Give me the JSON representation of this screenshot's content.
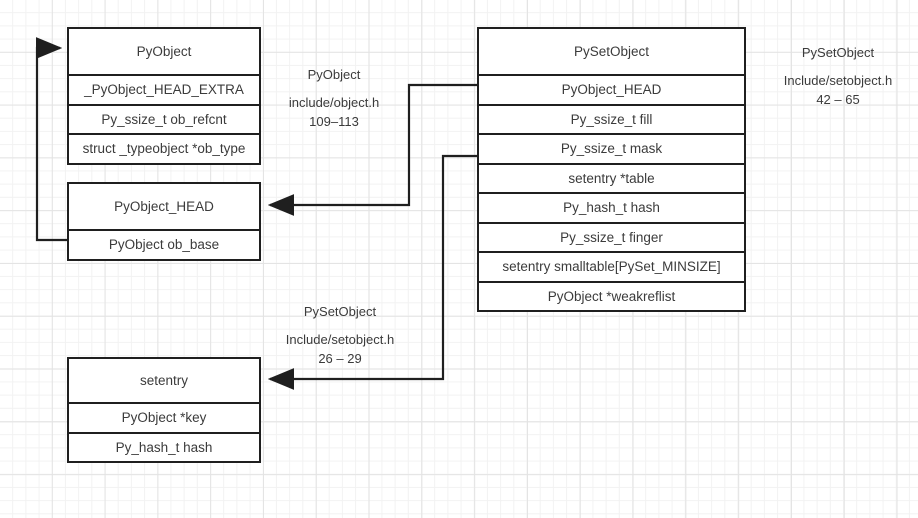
{
  "diagram": {
    "title_hidden": "CPython PyObject / PySetObject struct layout",
    "colors": {
      "stroke": "#1f1f1f",
      "text": "#3b3b3b",
      "grid_minor": "#f2f2f2",
      "grid_major": "#e3e3e3",
      "background": "#ffffff"
    }
  },
  "boxes": {
    "pyobject": {
      "title": "PyObject",
      "rows": [
        "_PyObject_HEAD_EXTRA",
        "Py_ssize_t ob_refcnt",
        "struct _typeobject *ob_type"
      ]
    },
    "pyobject_head": {
      "title": "PyObject_HEAD",
      "rows": [
        "PyObject ob_base"
      ]
    },
    "setentry": {
      "title": "setentry",
      "rows": [
        "PyObject *key",
        "Py_hash_t hash"
      ]
    },
    "pysetobject": {
      "title": "PySetObject",
      "rows": [
        "PyObject_HEAD",
        "Py_ssize_t fill",
        "Py_ssize_t mask",
        "setentry *table",
        "Py_hash_t hash",
        "Py_ssize_t finger",
        "setentry smalltable[PySet_MINSIZE]",
        "PyObject *weakreflist"
      ]
    }
  },
  "notes": {
    "pyobject_note": {
      "name": "PyObject",
      "file": "include/object.h",
      "lines": "109–113"
    },
    "pysetobject_note": {
      "name": "PySetObject",
      "file": "Include/setobject.h",
      "lines": "42 – 65"
    },
    "setentry_note": {
      "name": "PySetObject",
      "file": "Include/setobject.h",
      "lines": "26 – 29"
    }
  }
}
